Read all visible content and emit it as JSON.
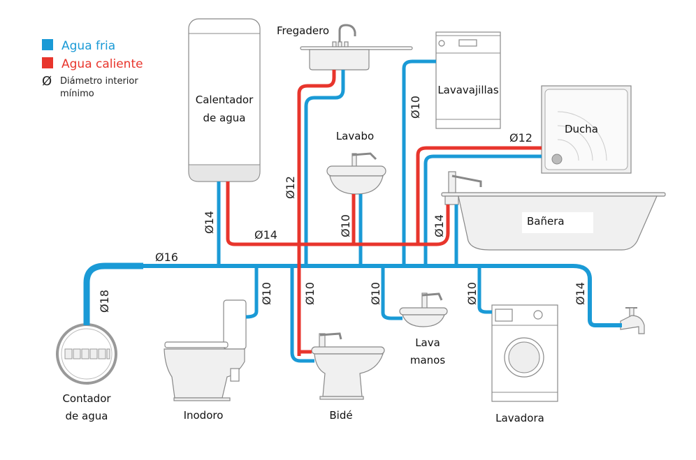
{
  "legend": {
    "cold": {
      "label": "Agua fria",
      "color": "#1a9ad6"
    },
    "hot": {
      "label": "Agua caliente",
      "color": "#e8352c"
    },
    "diameter": {
      "symbol": "Ø",
      "label_line1": "Diámetro interior",
      "label_line2": "mínimo"
    }
  },
  "fixtures": {
    "heater": {
      "line1": "Calentador",
      "line2": "de agua"
    },
    "sink": "Fregadero",
    "dishwasher": "Lavavajillas",
    "shower": "Ducha",
    "basin": "Lavabo",
    "bathtub": "Bañera",
    "meter": {
      "line1": "Contador",
      "line2": "de agua"
    },
    "toilet": "Inodoro",
    "bidet": "Bidé",
    "handbasin": {
      "line1": "Lava",
      "line2": "manos"
    },
    "washer": "Lavadora"
  },
  "diameters": {
    "meter_riser": "Ø18",
    "main_cold": "Ø16",
    "heater_cold_in": "Ø14",
    "hot_main": "Ø14",
    "hot_to_sink": "Ø12",
    "dishwasher": "Ø10",
    "shower": "Ø12",
    "basin_hot": "Ø10",
    "bathtub": "Ø14",
    "toilet": "Ø10",
    "bidet": "Ø10",
    "handbasin": "Ø10",
    "washer": "Ø10",
    "outdoor_tap": "Ø14"
  }
}
